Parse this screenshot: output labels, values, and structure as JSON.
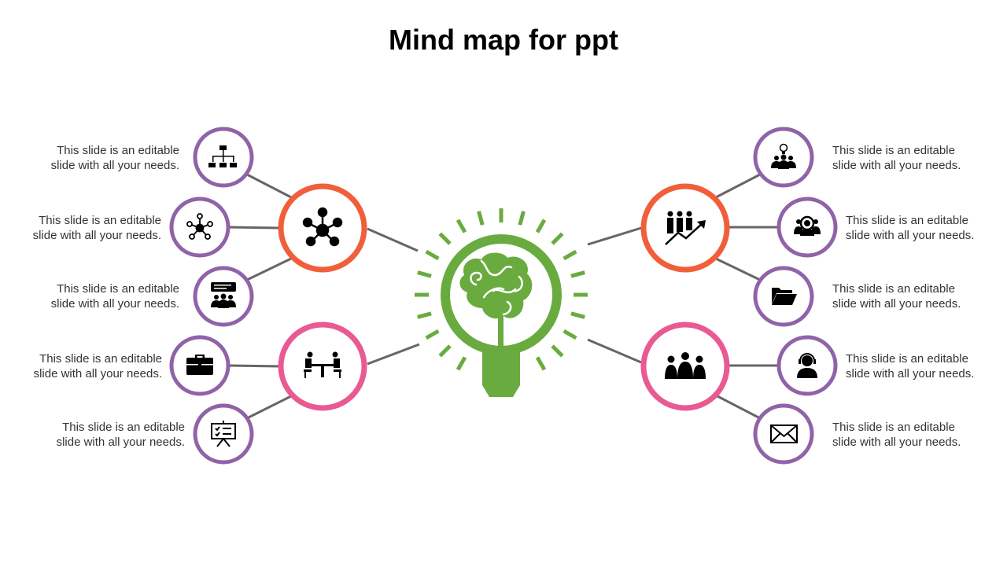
{
  "title": "Mind map for ppt",
  "colors": {
    "purple": "#9063A8",
    "orange": "#F05F3A",
    "pink": "#E95A93",
    "green": "#6AAB40",
    "line": "#666666",
    "text": "#333333"
  },
  "center": {
    "icon": "lightbulb-brain-icon"
  },
  "left_hubs": [
    {
      "icon": "network-hub-icon",
      "color": "orange"
    },
    {
      "icon": "meeting-table-icon",
      "color": "pink"
    }
  ],
  "right_hubs": [
    {
      "icon": "team-growth-icon",
      "color": "orange"
    },
    {
      "icon": "group-icon",
      "color": "pink"
    }
  ],
  "left_nodes": [
    {
      "icon": "org-chart-icon",
      "line1": "This slide is an editable",
      "line2": "slide with all your needs."
    },
    {
      "icon": "people-network-icon",
      "line1": "This slide is an editable",
      "line2": "slide with all your needs."
    },
    {
      "icon": "presentation-audience-icon",
      "line1": "This slide is an editable",
      "line2": "slide with all your needs."
    },
    {
      "icon": "briefcase-icon",
      "line1": "This slide is an editable",
      "line2": "slide with all your needs."
    },
    {
      "icon": "checklist-board-icon",
      "line1": "This slide is an editable",
      "line2": "slide with all your needs."
    }
  ],
  "right_nodes": [
    {
      "icon": "idea-team-icon",
      "line1": "This slide is an editable",
      "line2": "slide with all your needs."
    },
    {
      "icon": "support-team-icon",
      "line1": "This slide is an editable",
      "line2": "slide with all your needs."
    },
    {
      "icon": "folder-icon",
      "line1": "This slide is an editable",
      "line2": "slide with all your needs."
    },
    {
      "icon": "headset-agent-icon",
      "line1": "This slide is an editable",
      "line2": "slide with all your needs."
    },
    {
      "icon": "envelope-icon",
      "line1": "This slide is an editable",
      "line2": "slide with all your needs."
    }
  ]
}
